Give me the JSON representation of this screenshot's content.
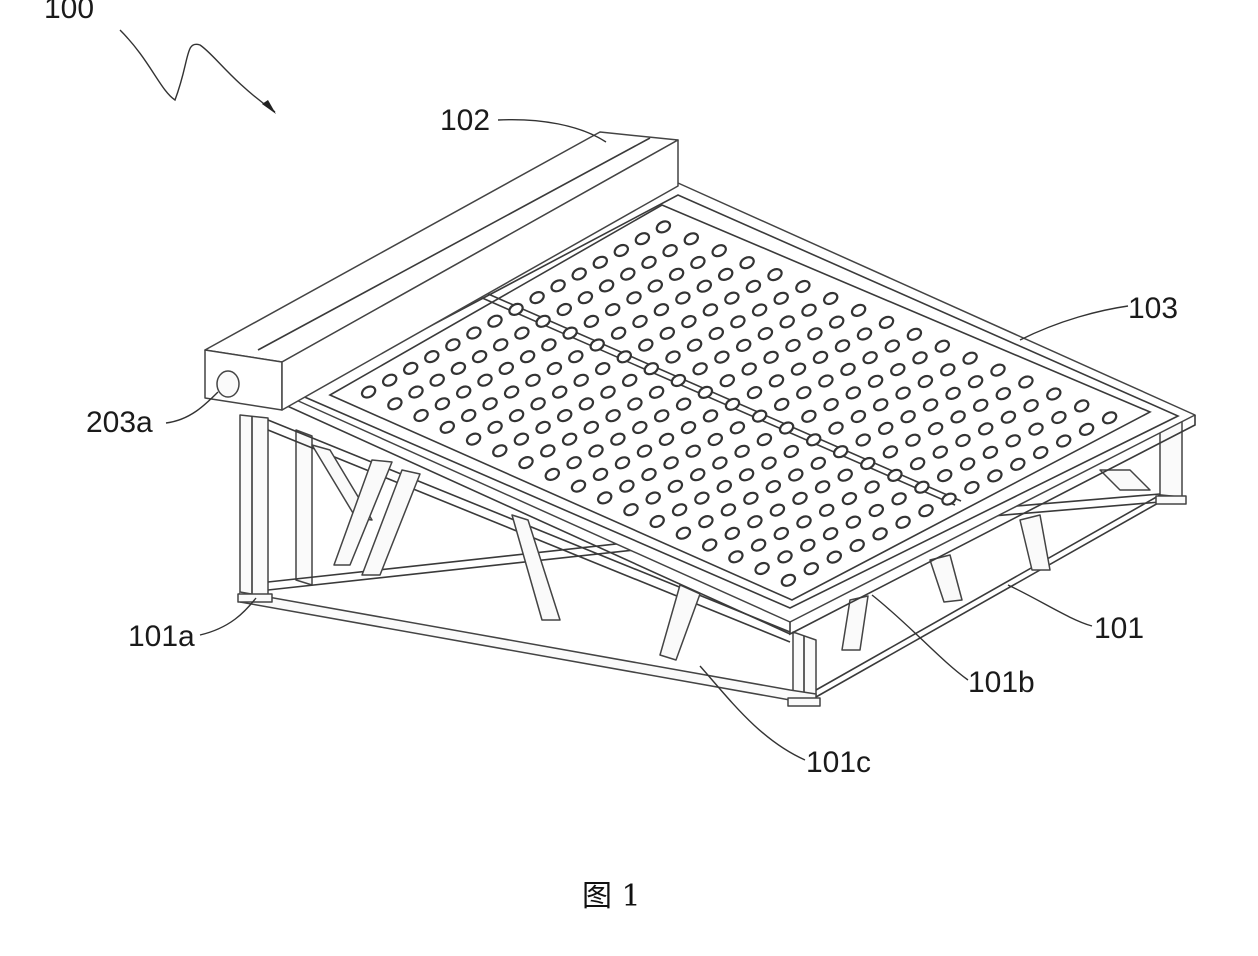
{
  "figure": {
    "caption": "图 1",
    "labels": {
      "assembly": "100",
      "tank": "102",
      "panel": "103",
      "port": "203a",
      "frame": "101",
      "frame_foot": "101a",
      "frame_rail": "101b",
      "frame_brace": "101c"
    }
  }
}
